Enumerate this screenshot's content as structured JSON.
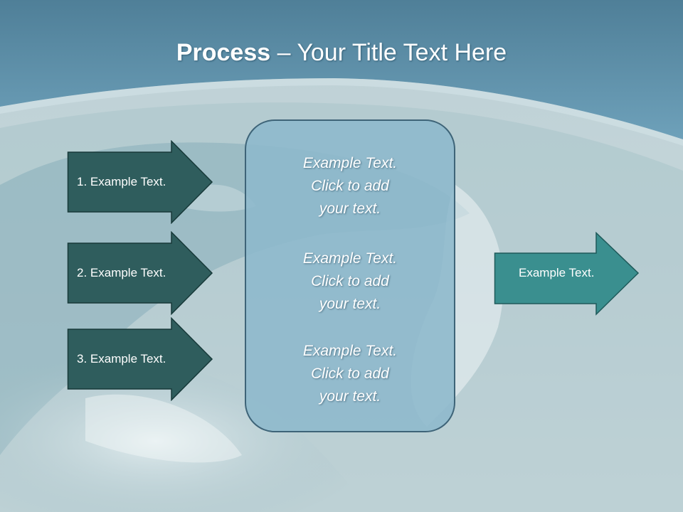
{
  "slide": {
    "title_bold": "Process",
    "title_rest": " – Your Title Text Here",
    "left_arrows": [
      {
        "label": "1. Example Text."
      },
      {
        "label": "2. Example Text."
      },
      {
        "label": "3. Example Text."
      }
    ],
    "center_box": {
      "paragraphs": [
        "Example Text.\nClick  to add\nyour text.",
        "Example Text.\nClick  to add\nyour text.",
        "Example Text.\nClick  to add\nyour text."
      ]
    },
    "right_arrow": {
      "label": "Example Text."
    }
  },
  "colors": {
    "header": "#5d8fa8",
    "left_arrow_fill": "#2f5d5d",
    "right_arrow_fill": "#3a8f8f",
    "center_box_fill": "#8db8cc"
  }
}
